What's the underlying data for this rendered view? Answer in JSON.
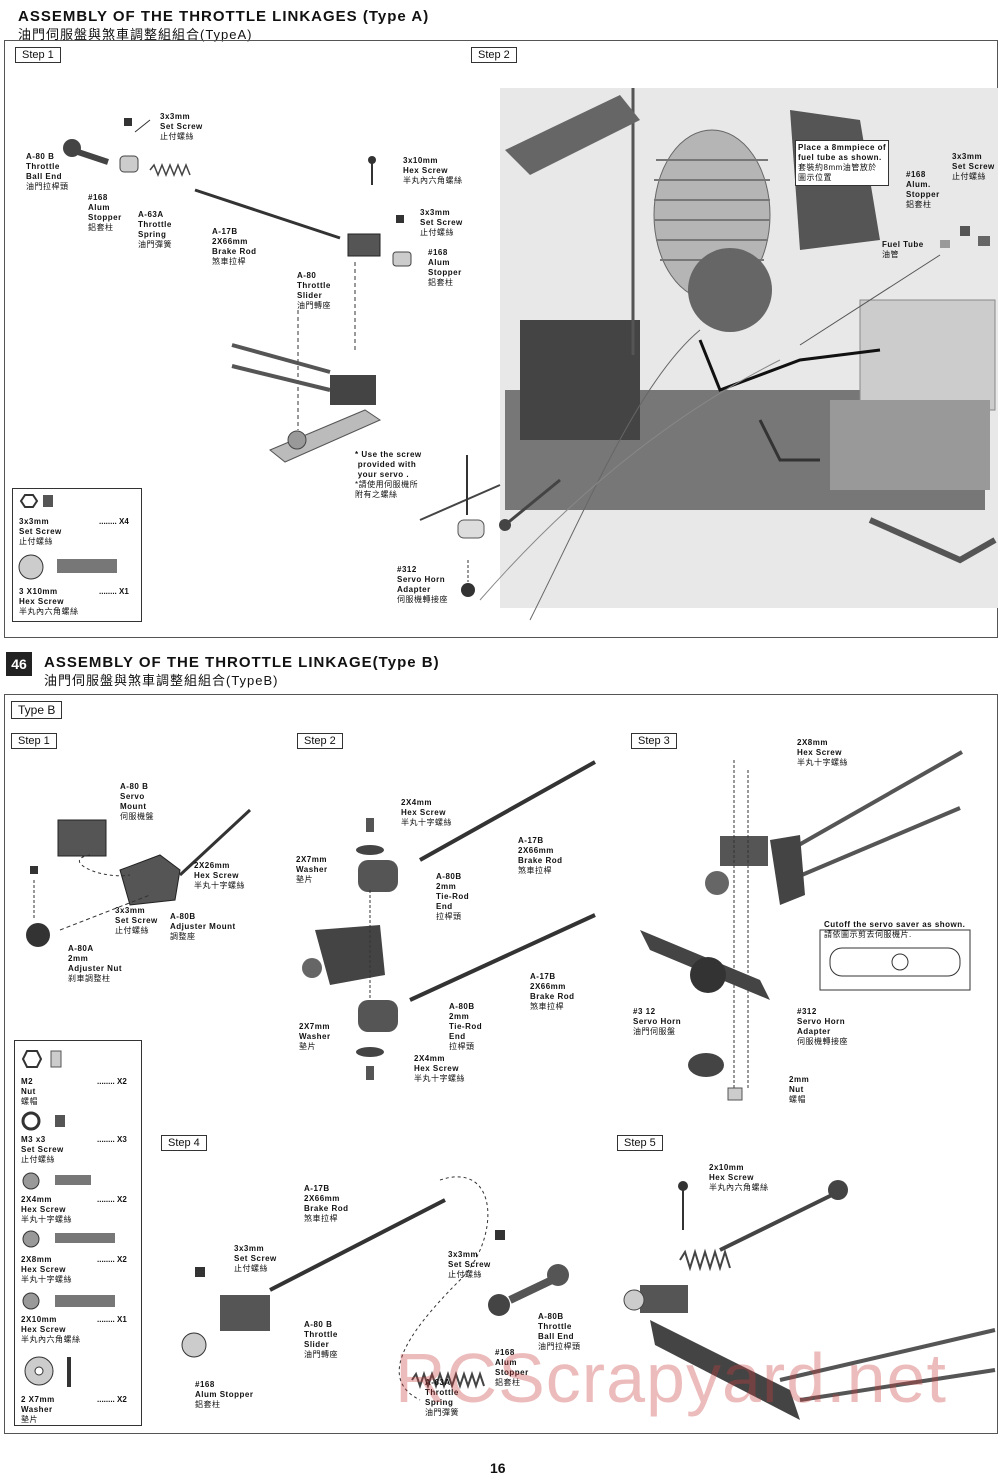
{
  "sectionA": {
    "title": "ASSEMBLY OF THE THROTTLE LINKAGES (Type A)",
    "subtitle": "油門伺服盤與煞車調整組組合(TypeA)",
    "step1": "Step 1",
    "step2": "Step 2",
    "labels": {
      "setscrew_top": "3x3mm\nSet Screw",
      "setscrew_top_cn": "止付螺絲",
      "ballend": "A-80 B\nThrottle\nBall End",
      "ballend_cn": "油門拉桿頭",
      "stopper1": "#168\nAlum\nStopper",
      "stopper1_cn": "鋁套柱",
      "spring": "A-63A\nThrottle\nSpring",
      "spring_cn": "油門彈簧",
      "brakerod": "A-17B\n2X66mm\nBrake Rod",
      "brakerod_cn": "煞車拉桿",
      "hexscrew": "3x10mm\nHex Screw",
      "hexscrew_cn": "半丸內六角螺絲",
      "setscrew2": "3x3mm\nSet Screw",
      "setscrew2_cn": "止付螺絲",
      "stopper2": "#168\nAlum\nStopper",
      "stopper2_cn": "鋁套柱",
      "slider": "A-80\nThrottle\nSlider",
      "slider_cn": "油門轉座",
      "note": "* Use the screw\n provided with\n your servo .",
      "note_cn": "*請使用伺服機所\n附有之螺絲",
      "horn": "#312\nServo Horn\nAdapter",
      "horn_cn": "伺服機轉接座",
      "fuel_note": "Place a 8mmpiece of\nfuel tube as shown.",
      "fuel_note_cn": "套裝約8mm油管放於\n圖示位置",
      "stopper3": "#168\nAlum.\nStopper",
      "stopper3_cn": "鋁套柱",
      "setscrew3": "3x3mm\nSet Screw",
      "setscrew3_cn": "止付螺絲",
      "fueltube": "Fuel Tube",
      "fueltube_cn": "油管"
    },
    "parts": {
      "p1": "3x3mm\nSet Screw",
      "p1_cn": "止付螺絲",
      "p1_qty": "........ X4",
      "p2": "3 X10mm\nHex Screw",
      "p2_cn": "半丸內六角螺絲",
      "p2_qty": "........ X1"
    }
  },
  "sectionB": {
    "number": "46",
    "title": "ASSEMBLY OF THE THROTTLE LINKAGE(Type B)",
    "subtitle": "油門伺服盤與煞車調整組組合(TypeB)",
    "type": "Type B",
    "step1": "Step 1",
    "step2": "Step 2",
    "step3": "Step 3",
    "step4": "Step 4",
    "step5": "Step 5",
    "s1": {
      "mount": "A-80 B\nServo\nMount",
      "mount_cn": "伺服機盤",
      "hex": "2X26mm\nHex Screw",
      "hex_cn": "半丸十字螺絲",
      "set": "3x3mm\nSet Screw",
      "set_cn": "止付螺絲",
      "adj": "A-80B\nAdjuster Mount",
      "adj_cn": "調整座",
      "nut": "A-80A\n2mm\nAdjuster Nut",
      "nut_cn": "刹車調整柱"
    },
    "s2": {
      "hex1": "2X4mm\nHex Screw",
      "hex1_cn": "半丸十字螺絲",
      "washer1": "2X7mm\nWasher",
      "washer1_cn": "墊片",
      "rod1": "A-17B\n2X66mm\nBrake Rod",
      "rod1_cn": "煞車拉桿",
      "tie1": "A-80B\n2mm\nTie-Rod\nEnd",
      "tie1_cn": "拉桿頭",
      "rod2": "A-17B\n2X66mm\nBrake Rod",
      "rod2_cn": "煞車拉桿",
      "tie2": "A-80B\n2mm\nTie-Rod\nEnd",
      "tie2_cn": "拉桿頭",
      "washer2": "2X7mm\nWasher",
      "washer2_cn": "墊片",
      "hex2": "2X4mm\nHex Screw",
      "hex2_cn": "半丸十字螺絲"
    },
    "s3": {
      "hex": "2X8mm\nHex Screw",
      "hex_cn": "半丸十字螺絲",
      "cut": "Cutoff the servo saver as shown.",
      "cut_cn": "請依圖示剪去伺服機片.",
      "horn1": "#3 12\nServo Horn",
      "horn1_cn": "油門伺服盤",
      "horn2": "#312\nServo Horn\nAdapter",
      "horn2_cn": "伺服機轉接座",
      "nut": "2mm\nNut",
      "nut_cn": "螺帽"
    },
    "s4": {
      "rod": "A-17B\n2X66mm\nBrake Rod",
      "rod_cn": "煞車拉桿",
      "set1": "3x3mm\nSet Screw",
      "set1_cn": "止付螺絲",
      "set2": "3x3mm\nSet Screw",
      "set2_cn": "止付螺絲",
      "slider": "A-80 B\nThrottle\nSlider",
      "slider_cn": "油門轉座",
      "ballend": "A-80B\nThrottle\nBall End",
      "ballend_cn": "油門拉桿頭",
      "stopper1": "#168\nAlum Stopper",
      "stopper1_cn": "鋁套柱",
      "stopper2": "#168\nAlum\nStopper",
      "stopper2_cn": "鋁套柱",
      "spring": "A-63A\nThrottle\nSpring",
      "spring_cn": "油門彈簧"
    },
    "s5": {
      "hex": "2x10mm\nHex Screw",
      "hex_cn": "半丸內六角螺絲"
    },
    "parts": [
      {
        "name": "M2\nNut",
        "cn": "螺帽",
        "qty": "........ X2"
      },
      {
        "name": "M3 x3\nSet Screw",
        "cn": "止付螺絲",
        "qty": "........ X3"
      },
      {
        "name": "2X4mm\nHex Screw",
        "cn": "半丸十字螺絲",
        "qty": "........ X2"
      },
      {
        "name": "2X8mm\nHex Screw",
        "cn": "半丸十字螺絲",
        "qty": "........ X2"
      },
      {
        "name": "2X10mm\nHex Screw",
        "cn": "半丸內六角螺絲",
        "qty": "........ X1"
      },
      {
        "name": "2 X7mm\nWasher",
        "cn": "墊片",
        "qty": "........ X2"
      }
    ]
  },
  "watermark": "RCScrapyard.net",
  "page_number": "16"
}
